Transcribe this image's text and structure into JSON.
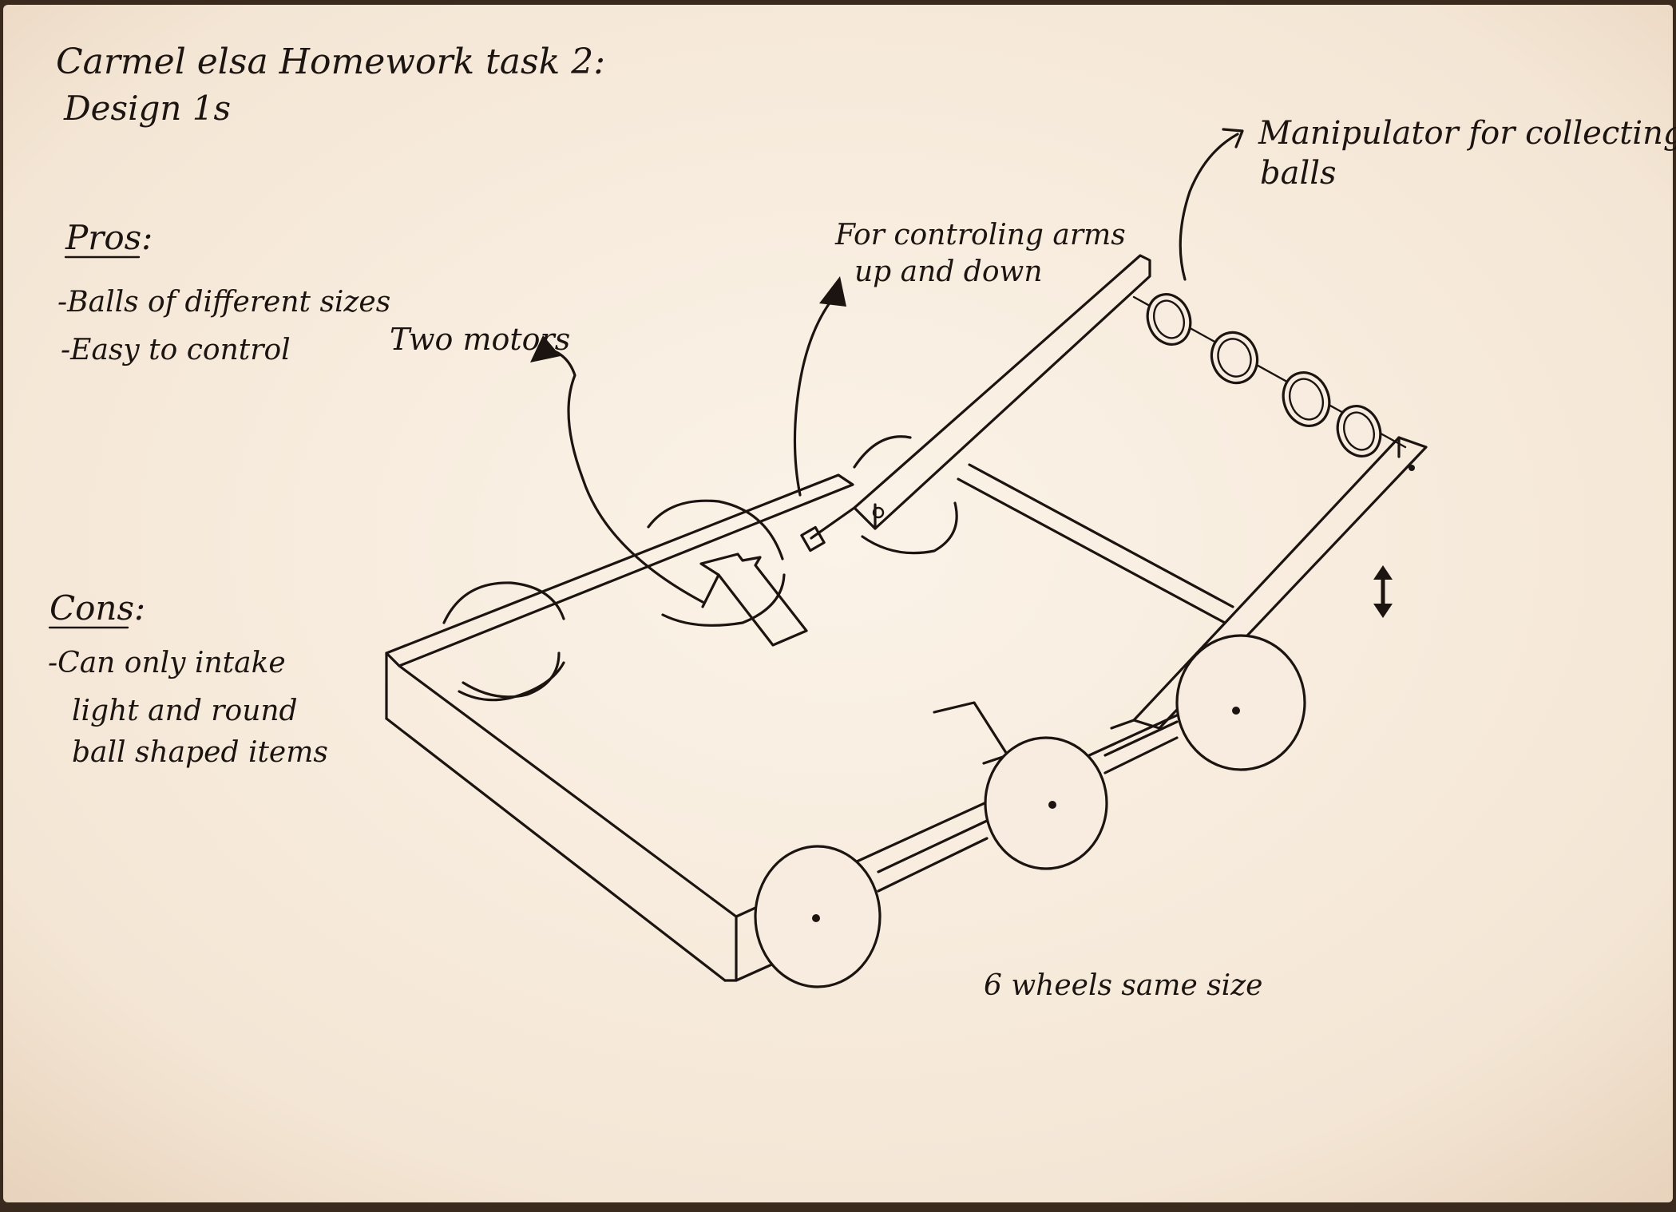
{
  "header": {
    "line1": "Carmel   elsa   Homework  task  2:",
    "line2": "Design  1s"
  },
  "pros": {
    "heading": "Pros:",
    "items": [
      "-Balls of different sizes",
      "-Easy to control"
    ]
  },
  "cons": {
    "heading": "Cons:",
    "lines": [
      "-Can only intake",
      "light and round",
      "ball shaped items"
    ]
  },
  "annotations": {
    "motors": "Two motors",
    "arms_line1": "For controling arms",
    "arms_line2": "up and down",
    "manipulator_line1": "Manipulator for collecting",
    "manipulator_line2": "balls",
    "wheels": "6 wheels   same size"
  },
  "colors": {
    "paper": "#f7ecdf",
    "ink": "#1c1410",
    "backdrop": "#3a2a1e"
  },
  "icons": [
    "curved-arrow",
    "double-arrow-vertical",
    "wheel-hub-dot"
  ]
}
